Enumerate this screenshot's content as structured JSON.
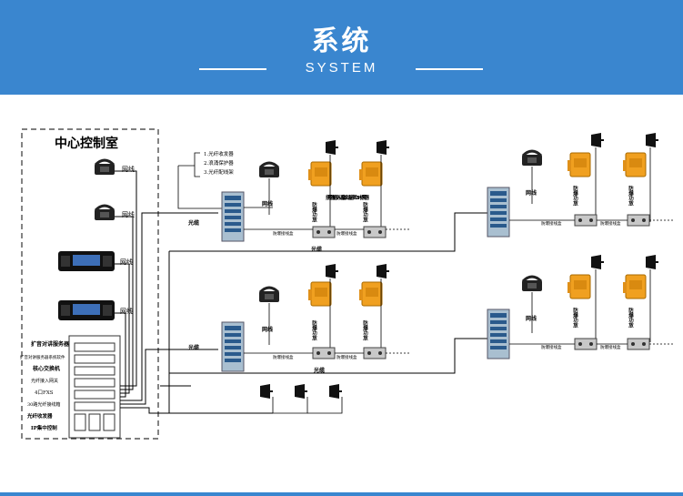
{
  "header": {
    "title": "系统",
    "subtitle": "SYSTEM"
  },
  "colors": {
    "header_bg": "#3a86cf",
    "line": "#000000",
    "cabinet": "#9fb6c9",
    "speaker": "#f0a020"
  },
  "control_room": {
    "title": "中心控制室",
    "labels": {
      "network1": "网线",
      "network2": "网线",
      "network3": "网线",
      "network4": "网线",
      "broadcast_server": "扩音对讲服务器",
      "software": "扩音对讲服务器系统软件",
      "switch": "核心交换机",
      "media_gateway": "光纤接入网关",
      "gateway": "4口FXS",
      "gateway2": "30路光纤接线箱",
      "fiber_amp": "光纤收发器",
      "ip_center": "IP集中控制"
    }
  },
  "notes": {
    "line1": "1.光纤收发器",
    "line2": "2.浪涌保护器",
    "line3": "3.光纤配线架"
  },
  "labels": {
    "fiber_top": "光缆",
    "fiber_mid": "光缆",
    "fiber_right": "光缆",
    "fiber_low": "光缆",
    "net_top": "网线",
    "net_mid": "网线",
    "net_right1": "网线",
    "net_right2": "网线",
    "junction": "防爆接线盒",
    "power_amp": "防爆功放",
    "description": "扬声器前接入话站,每个话站带1个25W扬声器"
  },
  "icons": [
    "phone-icon",
    "console-icon",
    "server-rack-icon",
    "cabinet-icon",
    "horn-speaker-icon",
    "explosion-proof-phone-icon",
    "junction-box-icon"
  ]
}
